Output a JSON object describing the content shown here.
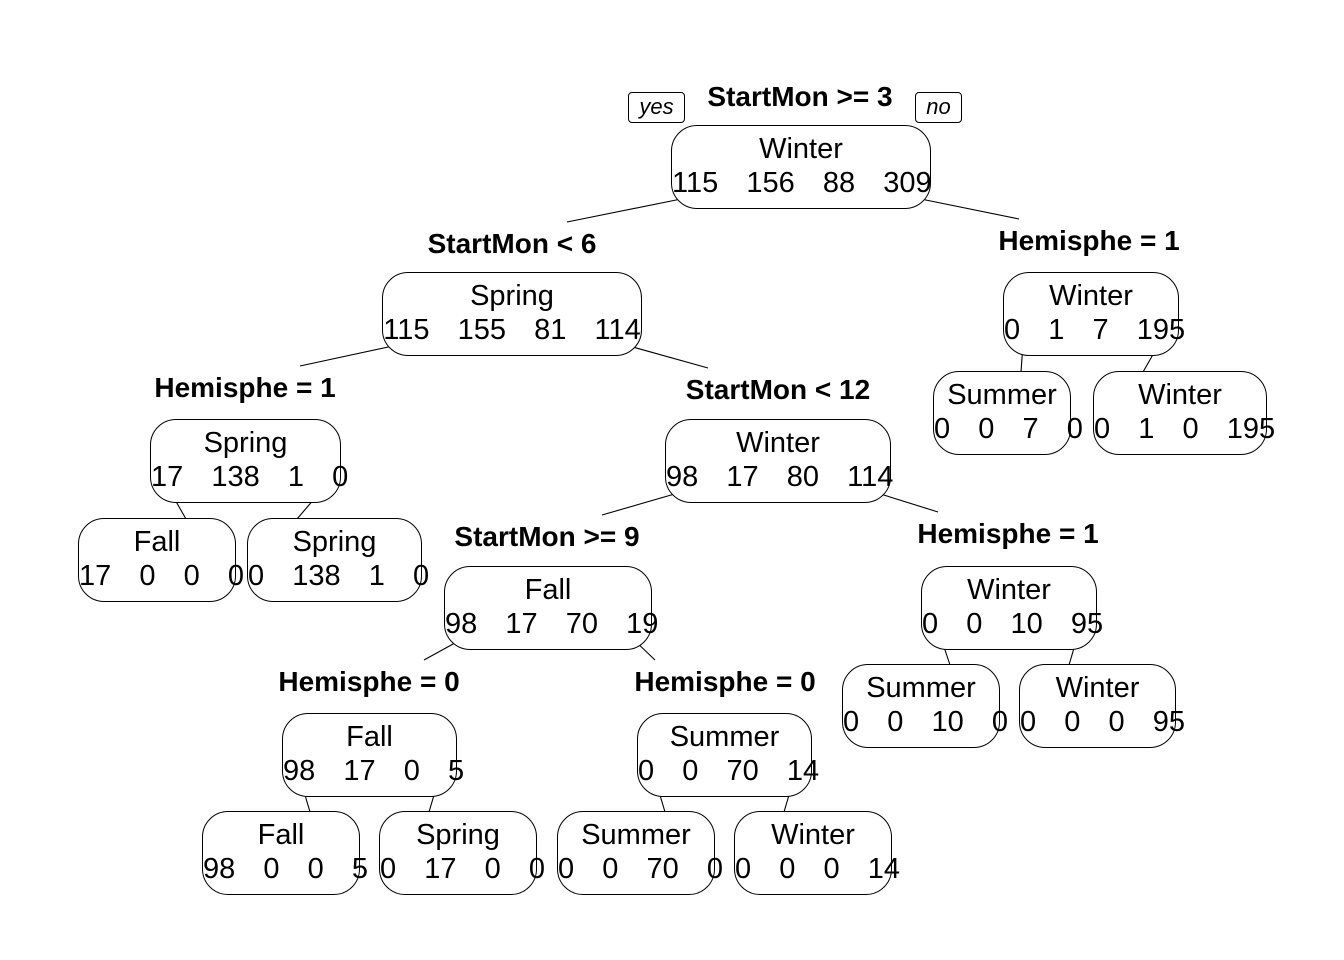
{
  "edge_labels": {
    "yes": "yes",
    "no": "no"
  },
  "nodes": [
    {
      "id": "n1",
      "class": "Winter",
      "counts": "115  156  88  309",
      "split": "StartMon >= 3"
    },
    {
      "id": "n2",
      "class": "Spring",
      "counts": "115  155  81  114",
      "split": "StartMon < 6"
    },
    {
      "id": "n3",
      "class": "Winter",
      "counts": "0  1  7  195",
      "split": "Hemisphe = 1"
    },
    {
      "id": "n4",
      "class": "Spring",
      "counts": "17  138  1  0",
      "split": "Hemisphe = 1"
    },
    {
      "id": "n5",
      "class": "Winter",
      "counts": "98  17  80  114",
      "split": "StartMon < 12"
    },
    {
      "id": "n6",
      "class": "Summer",
      "counts": "0  0  7  0"
    },
    {
      "id": "n7",
      "class": "Winter",
      "counts": "0  1  0  195"
    },
    {
      "id": "n8",
      "class": "Fall",
      "counts": "17  0  0  0"
    },
    {
      "id": "n9",
      "class": "Spring",
      "counts": "0  138  1  0"
    },
    {
      "id": "n10",
      "class": "Fall",
      "counts": "98  17  70  19",
      "split": "StartMon >= 9"
    },
    {
      "id": "n11",
      "class": "Winter",
      "counts": "0  0  10  95",
      "split": "Hemisphe = 1"
    },
    {
      "id": "n12",
      "class": "Fall",
      "counts": "98  17  0  5",
      "split": "Hemisphe = 0"
    },
    {
      "id": "n13",
      "class": "Summer",
      "counts": "0  0  70  14",
      "split": "Hemisphe = 0"
    },
    {
      "id": "n14",
      "class": "Summer",
      "counts": "0  0  10  0"
    },
    {
      "id": "n15",
      "class": "Winter",
      "counts": "0  0  0  95"
    },
    {
      "id": "n16",
      "class": "Fall",
      "counts": "98  0  0  5"
    },
    {
      "id": "n17",
      "class": "Spring",
      "counts": "0  17  0  0"
    },
    {
      "id": "n18",
      "class": "Summer",
      "counts": "0  0  70  0"
    },
    {
      "id": "n19",
      "class": "Winter",
      "counts": "0  0  0  14"
    }
  ],
  "edges": [
    [
      "n1",
      "n2"
    ],
    [
      "n1",
      "n3"
    ],
    [
      "n2",
      "n4"
    ],
    [
      "n2",
      "n5"
    ],
    [
      "n3",
      "n6"
    ],
    [
      "n3",
      "n7"
    ],
    [
      "n4",
      "n8"
    ],
    [
      "n4",
      "n9"
    ],
    [
      "n5",
      "n10"
    ],
    [
      "n5",
      "n11"
    ],
    [
      "n10",
      "n12"
    ],
    [
      "n10",
      "n13"
    ],
    [
      "n11",
      "n14"
    ],
    [
      "n11",
      "n15"
    ],
    [
      "n12",
      "n16"
    ],
    [
      "n12",
      "n17"
    ],
    [
      "n13",
      "n18"
    ],
    [
      "n13",
      "n19"
    ]
  ]
}
